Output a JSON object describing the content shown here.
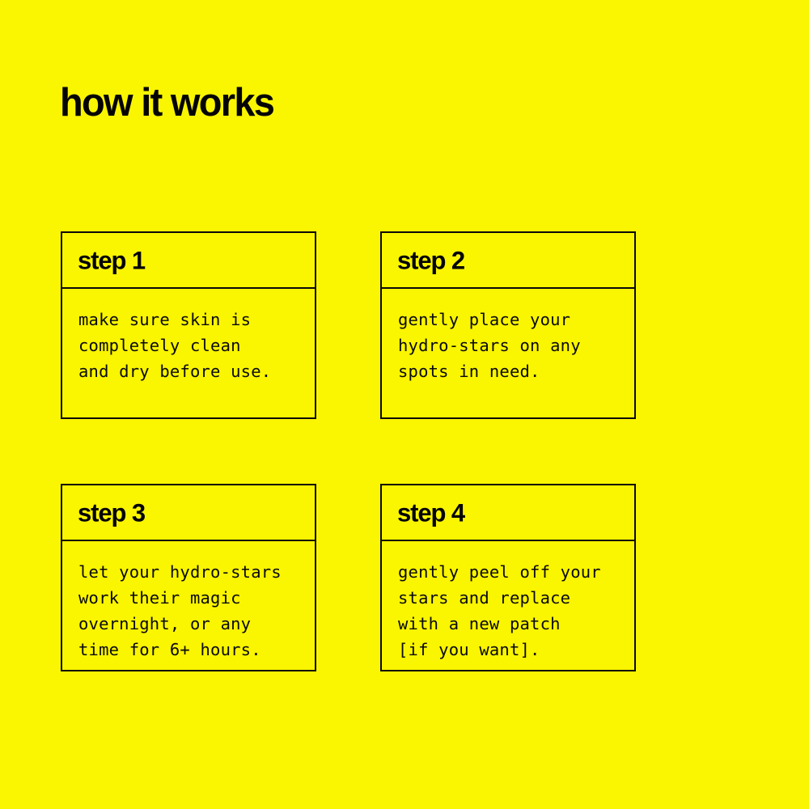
{
  "page": {
    "title": "how it works",
    "background_color": "#faf500",
    "ink_color": "#0a0a0a"
  },
  "steps": [
    {
      "header": "step 1",
      "body": "make sure skin is\ncompletely clean\nand dry before use."
    },
    {
      "header": "step 2",
      "body": "gently place your\nhydro-stars on any\nspots in need."
    },
    {
      "header": "step 3",
      "body": "let your hydro-stars\nwork their magic\novernight, or any\ntime for 6+ hours."
    },
    {
      "header": "step 4",
      "body": "gently peel off your\nstars and replace\nwith a new patch\n[if you want]."
    }
  ]
}
